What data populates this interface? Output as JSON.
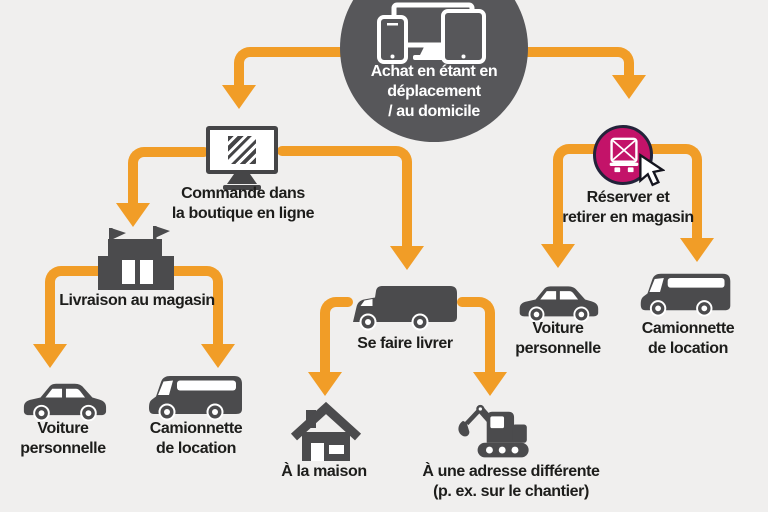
{
  "palette": {
    "background": "#f0efee",
    "dark_gray": "#4b4b4d",
    "circle_gray": "#57575a",
    "arrow_orange": "#f19d27",
    "accent_pink": "#c31369",
    "text": "#1d1d1b",
    "white": "#ffffff"
  },
  "root": {
    "label": "Achat en étant en déplacement / au domicile",
    "lines": [
      "Achat en étant en",
      "déplacement",
      "/ au domicile"
    ],
    "icon": "devices-icon"
  },
  "nodes": {
    "order_online": {
      "icon": "online-shop-monitor-icon",
      "label_lines": [
        "Commande dans",
        "la boutique en ligne"
      ]
    },
    "store_delivery": {
      "icon": "store-icon",
      "label": "Livraison au magasin"
    },
    "car_left": {
      "icon": "car-icon",
      "label_lines": [
        "Voiture",
        "personnelle"
      ]
    },
    "van_left": {
      "icon": "van-icon",
      "label_lines": [
        "Camionnette",
        "de location"
      ]
    },
    "get_delivered": {
      "icon": "delivery-truck-icon",
      "label": "Se faire livrer"
    },
    "home": {
      "icon": "house-icon",
      "label": "À la maison"
    },
    "other_address": {
      "icon": "excavator-icon",
      "label_lines": [
        "À une adresse différente",
        "(p. ex. sur le chantier)"
      ]
    },
    "reserve_pickup": {
      "icon": "click-and-collect-icon",
      "label_lines": [
        "Réserver et",
        "retirer en magasin"
      ]
    },
    "car_right": {
      "icon": "car-icon",
      "label_lines": [
        "Voiture",
        "personnelle"
      ]
    },
    "van_right": {
      "icon": "van-icon",
      "label_lines": [
        "Camionnette",
        "de location"
      ]
    }
  },
  "edges": [
    {
      "from": "root",
      "to": "order_online"
    },
    {
      "from": "root",
      "to": "reserve_pickup"
    },
    {
      "from": "order_online",
      "to": "store_delivery"
    },
    {
      "from": "order_online",
      "to": "get_delivered"
    },
    {
      "from": "store_delivery",
      "to": "car_left"
    },
    {
      "from": "store_delivery",
      "to": "van_left"
    },
    {
      "from": "get_delivered",
      "to": "home"
    },
    {
      "from": "get_delivered",
      "to": "other_address"
    },
    {
      "from": "reserve_pickup",
      "to": "car_right"
    },
    {
      "from": "reserve_pickup",
      "to": "van_right"
    }
  ]
}
